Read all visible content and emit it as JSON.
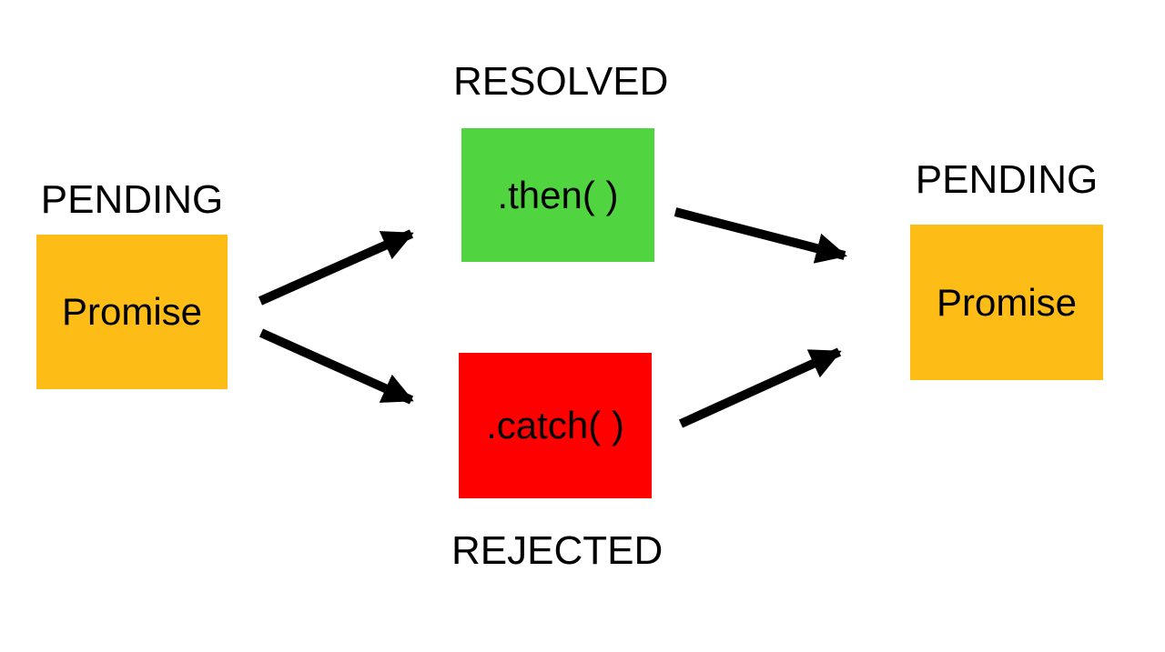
{
  "diagram": {
    "title": "Promise flow diagram",
    "background_color": "#FFFFFF",
    "arrow_color": "#000000",
    "labels": {
      "pending_left": "PENDING",
      "resolved": "RESOLVED",
      "rejected": "REJECTED",
      "pending_right": "PENDING"
    },
    "nodes": {
      "promise_start": {
        "label": "Promise",
        "color": "#FDBD16"
      },
      "then": {
        "label": ".then( )",
        "color": "#50D540"
      },
      "catch": {
        "label": ".catch( )",
        "color": "#FF0000"
      },
      "promise_end": {
        "label": "Promise",
        "color": "#FDBD16"
      }
    },
    "edges": [
      {
        "from": "promise_start",
        "to": "then"
      },
      {
        "from": "promise_start",
        "to": "catch"
      },
      {
        "from": "then",
        "to": "promise_end"
      },
      {
        "from": "catch",
        "to": "promise_end"
      }
    ]
  }
}
